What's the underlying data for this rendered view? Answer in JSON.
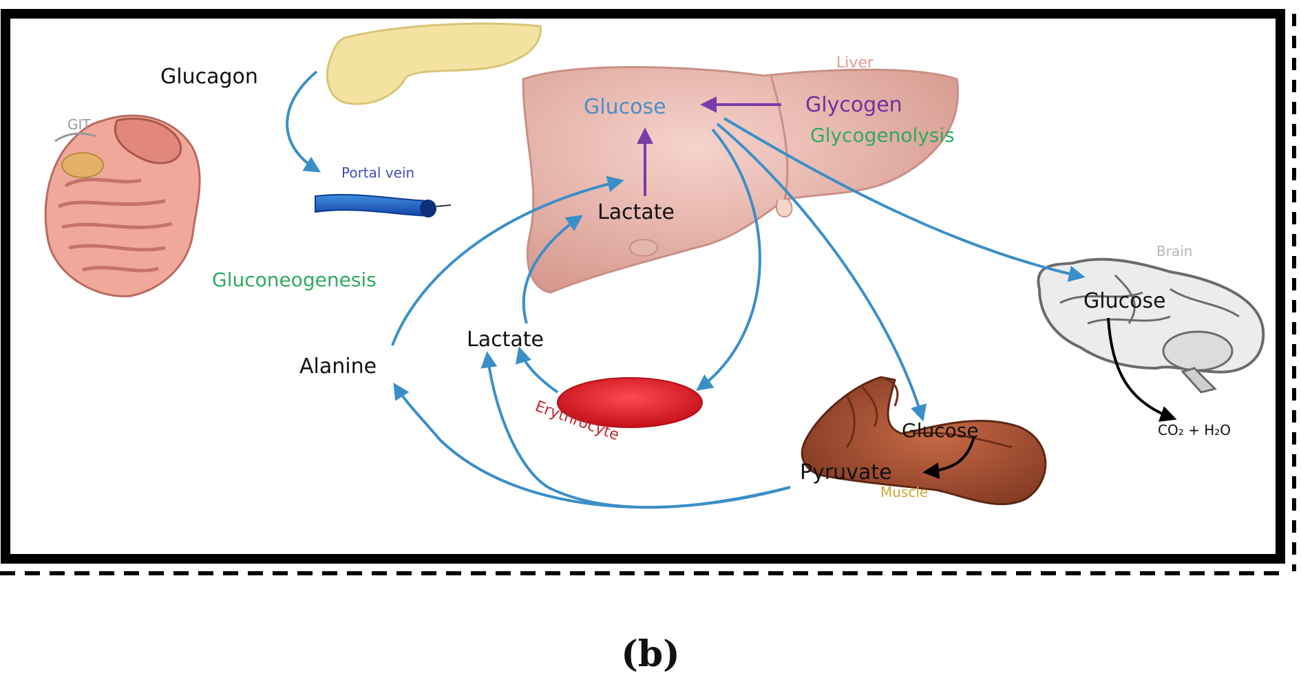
{
  "organs": {
    "git": "GIT",
    "portal_vein": "Portal vein",
    "liver": "Liver",
    "brain": "Brain",
    "erythrocyte": "Erythrocyte",
    "muscle": "Muscle"
  },
  "labels": {
    "glucagon": "Glucagon",
    "liver_glucose": "Glucose",
    "glycogen": "Glycogen",
    "glycogenolysis": "Glycogenolysis",
    "liver_lactate": "Lactate",
    "gluconeogenesis": "Gluconeogenesis",
    "lactate": "Lactate",
    "alanine": "Alanine",
    "brain_glucose": "Glucose",
    "co2_h2o": "CO₂ + H₂O",
    "muscle_glucose": "Glucose",
    "pyruvate": "Pyruvate"
  },
  "caption": "(b)",
  "colors": {
    "frame": "#000000",
    "arrow_blue": "#3a8fc9",
    "arrow_purple": "#7a3aa8",
    "text_blue": "#4a8fc8",
    "text_purple": "#7030a0",
    "text_green": "#2eaa60",
    "text_liver": "#e49a9a",
    "text_portal": "#3f4fb0",
    "text_ery": "#c0272d",
    "text_muscle": "#c9a83a",
    "liver_fill": "#e8b4ab",
    "pancreas_fill": "#f3e2a0",
    "rbc_fill": "#e5171f",
    "muscle_fill": "#9b4a2e",
    "brain_fill": "#e9e9e9"
  }
}
